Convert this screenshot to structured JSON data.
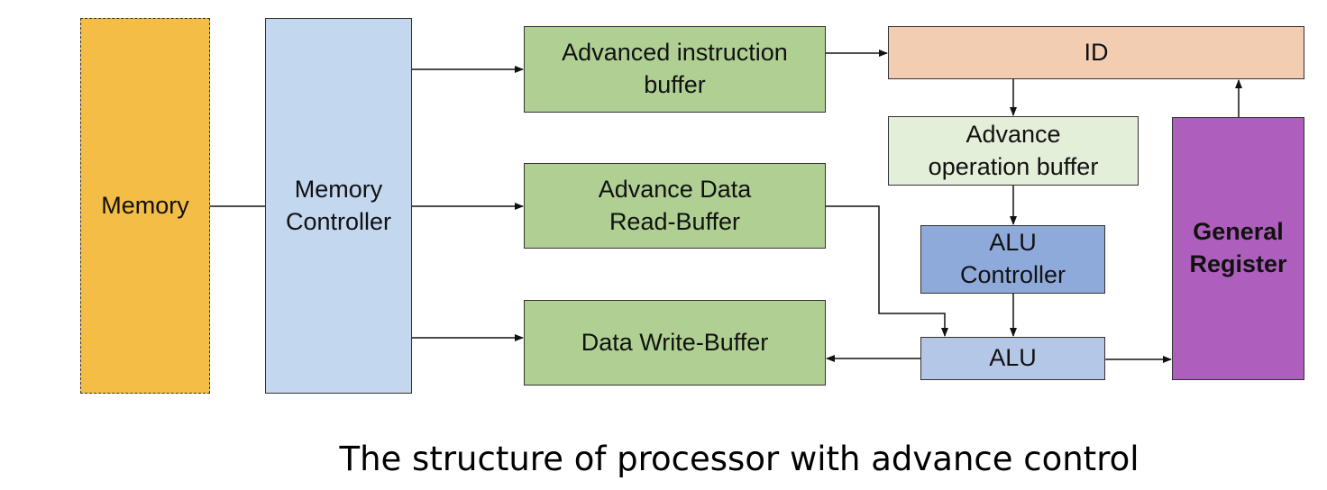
{
  "blocks": {
    "memory": "Memory",
    "memory_controller": "Memory\nController",
    "advanced_instruction_buffer": "Advanced instruction\nbuffer",
    "advance_data_read_buffer": "Advance Data\nRead-Buffer",
    "data_write_buffer": "Data Write-Buffer",
    "id": "ID",
    "advance_operation_buffer": "Advance\noperation buffer",
    "alu_controller": "ALU\nController",
    "alu": "ALU",
    "general_register": "General\nRegister"
  },
  "caption": "The structure of processor with advance control",
  "colors": {
    "memory": "#f4bd45",
    "controller": "#c3d7ee",
    "buffer": "#b0d093",
    "id": "#f2cdb2",
    "operation_buffer": "#e4efda",
    "alu_controller": "#8eaadb",
    "alu": "#b5c7e7",
    "general_register": "#ae5ebd"
  }
}
